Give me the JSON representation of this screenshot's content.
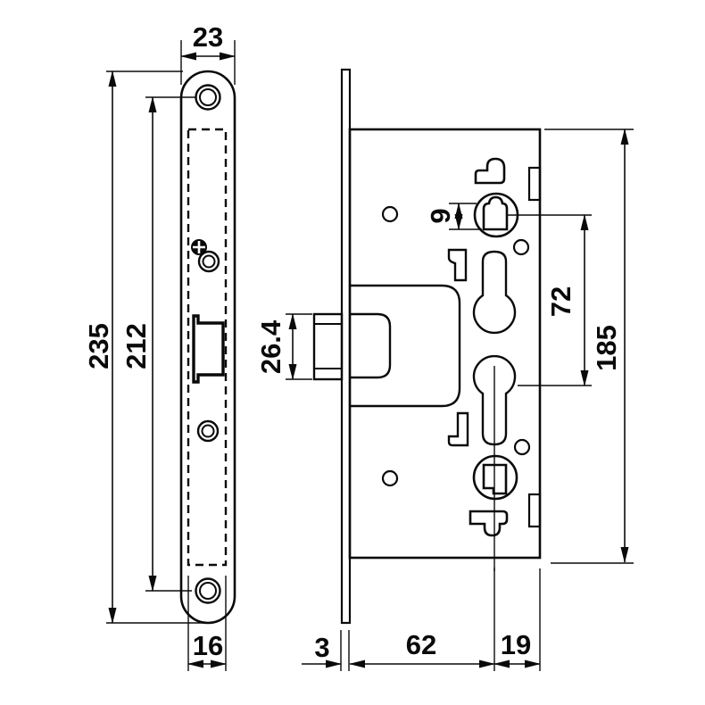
{
  "drawing": {
    "type": "technical-dimension-drawing",
    "subject": "mortise-lock",
    "units": "mm",
    "line_color": "#0a0a0a",
    "background_color": "#ffffff",
    "views": {
      "faceplate_front": "faceplate front view",
      "lock_case_side": "lock case side view"
    },
    "dimensions": {
      "faceplate_width": "23",
      "faceplate_length": "235",
      "screw_spacing": "212",
      "faceplate_slot_width": "16",
      "bolt_height": "26.4",
      "spindle_square_size": "9",
      "spindle_to_cylinder": "72",
      "case_height": "185",
      "faceplate_thickness": "3",
      "case_depth": "62",
      "cylinder_to_edge": "19"
    }
  }
}
